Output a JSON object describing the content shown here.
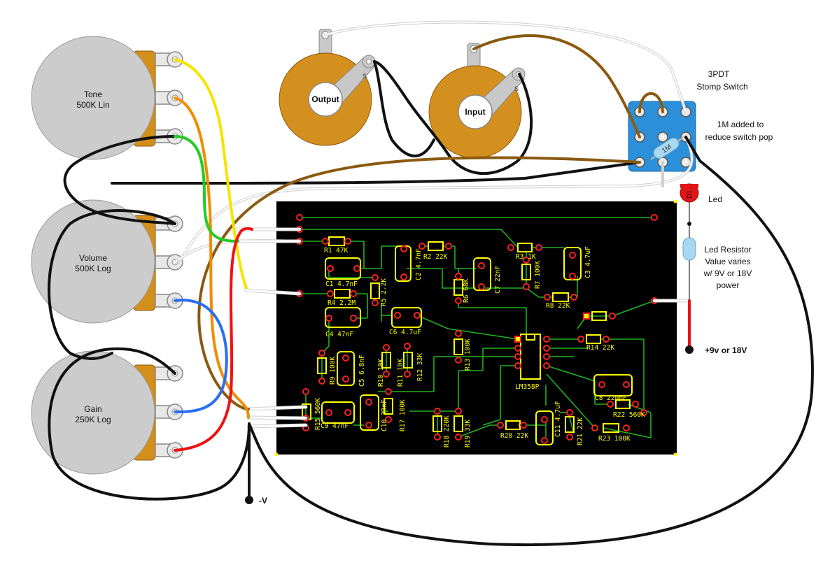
{
  "pots": {
    "tone": {
      "name": "Tone",
      "value": "500K Lin"
    },
    "volume": {
      "name": "Volume",
      "value": "500K Log"
    },
    "gain": {
      "name": "Gain",
      "value": "250K Log"
    }
  },
  "jacks": {
    "output": "Output",
    "input": "Input",
    "lug_letter": "S"
  },
  "switch": {
    "title_line1": "3PDT",
    "title_line2": "Stomp Switch",
    "resistor_label": "1M",
    "note_line1": "1M added to",
    "note_line2": "reduce switch pop"
  },
  "led": {
    "label": "D1",
    "caption": "Led"
  },
  "led_resistor": {
    "line1": "Led Resistor",
    "line2": "Value varies",
    "line3": "w/ 9V or 18V",
    "line4": "power"
  },
  "power": {
    "positive": "+9v or 18V",
    "negative": "-V"
  },
  "pcb": {
    "r1": "R1 47K",
    "r2": "R2 22K",
    "r3": "R3 1K",
    "r4": "R4 2.2M",
    "r5": "R5 2.2K",
    "r6": "R6 68K",
    "r7": "R7 100K",
    "r8": "R8 22K",
    "r9": "R9 100K",
    "r10": "R10 10K",
    "r11": "R11 10K",
    "r12": "R12 33K",
    "r13": "R13 100K",
    "r14": "R14 22K",
    "r15": "R15 560K",
    "r17": "R17 100K",
    "r18": "R18 220K",
    "r19": "R19 33K",
    "r20": "R20 22K",
    "r21": "R21 22K",
    "r22": "R22 560K",
    "r23": "R23 100K",
    "c1": "C1 4.7nF",
    "c2": "C2 4.7nF",
    "c3": "C3 4.7uF",
    "c4": "C4 47nF",
    "c5": "C5 6.8nF",
    "c6": "C6 4.7uF",
    "c7": "C7 22nF",
    "c8": "C8 220pF",
    "c9": "C9 47nF",
    "c10": "C10 33nF",
    "c11": "C11 4.7uF",
    "ic": "LM358P"
  }
}
